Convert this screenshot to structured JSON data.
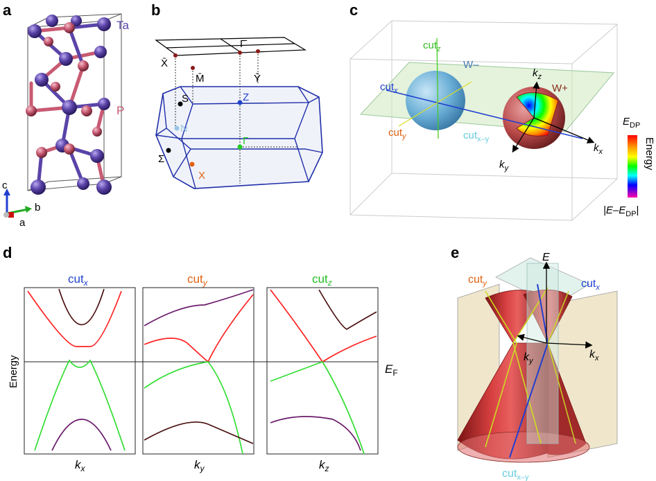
{
  "panels": {
    "a": {
      "label": "a",
      "atom_ta": "Ta",
      "atom_p": "P",
      "axis_c": "c",
      "axis_b": "b",
      "axis_a": "a",
      "colors": {
        "ta": "#5a44a8",
        "p": "#c85a72"
      }
    },
    "b": {
      "label": "b",
      "surface_points": [
        "X̄",
        "M̄",
        "Γ̄",
        "Ȳ"
      ],
      "bulk_points": [
        "S",
        "N",
        "Z",
        "Γ",
        "Σ",
        "X"
      ],
      "colors": {
        "zone": "#1e2ea8",
        "S": "#000000",
        "N": "#9ac8e6",
        "Z": "#2244cc",
        "Gamma": "#22cc22",
        "X": "#e06010"
      }
    },
    "c": {
      "label": "c",
      "cut_z": "cut",
      "cut_z_sub": "z",
      "cut_x": "cut",
      "cut_x_sub": "x",
      "cut_y": "cut",
      "cut_y_sub": "y",
      "cut_xy": "cut",
      "cut_xy_sub": "x–y",
      "w_minus": "W–",
      "w_plus": "W+",
      "k_z": "k",
      "k_z_sub": "z",
      "k_x": "k",
      "k_x_sub": "x",
      "k_y": "k",
      "k_y_sub": "y",
      "legend_top": "E",
      "legend_top_sub": "DP",
      "legend_title": "Energy",
      "legend_bottom": "|E–E",
      "legend_bottom_sub": "DP",
      "legend_bottom_end": "|"
    },
    "d": {
      "label": "d",
      "titles": [
        {
          "text": "cut",
          "sub": "x",
          "color": "#2244cc"
        },
        {
          "text": "cut",
          "sub": "y",
          "color": "#e06010"
        },
        {
          "text": "cut",
          "sub": "z",
          "color": "#22bb22"
        }
      ],
      "ylabel": "Energy",
      "fermi_label": "E",
      "fermi_sub": "F",
      "xlabels": [
        {
          "text": "k",
          "sub": "x"
        },
        {
          "text": "k",
          "sub": "y"
        },
        {
          "text": "k",
          "sub": "z"
        }
      ],
      "colors": {
        "red": "#ff2020",
        "green": "#33dd33",
        "dark": "#4a1010",
        "purple": "#6a1a6a"
      }
    },
    "e": {
      "label": "e",
      "cut_y": "cut",
      "cut_y_sub": "y",
      "cut_x": "cut",
      "cut_x_sub": "x",
      "cut_xy": "cut",
      "cut_xy_sub": "x–y",
      "E_axis": "E",
      "k_y": "k",
      "k_y_sub": "y",
      "k_x": "k",
      "k_x_sub": "x"
    }
  }
}
